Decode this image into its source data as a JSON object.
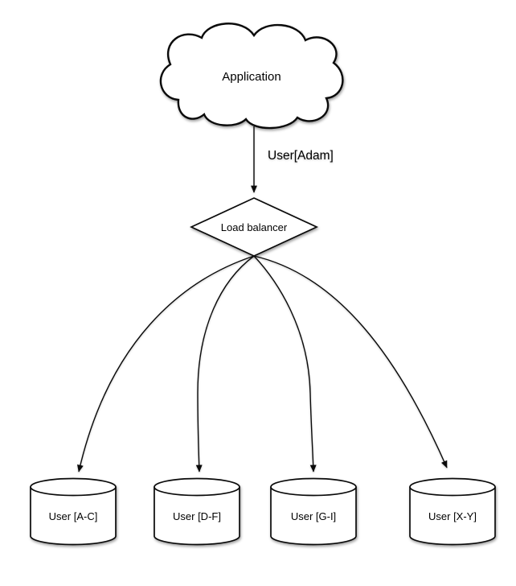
{
  "diagram": {
    "background_color": "#ffffff",
    "stroke_color": "#0a0a0a",
    "fill_color": "#ffffff",
    "nodes": {
      "application": {
        "label": "Application",
        "shape": "cloud"
      },
      "load_balancer": {
        "label": "Load balancer",
        "shape": "diamond"
      },
      "databases": [
        {
          "label": "User [A-C]",
          "shape": "cylinder"
        },
        {
          "label": "User [D-F]",
          "shape": "cylinder"
        },
        {
          "label": "User [G-I]",
          "shape": "cylinder"
        },
        {
          "label": "User [X-Y]",
          "shape": "cylinder"
        }
      ]
    },
    "edges": {
      "app_to_lb_label": "User[Adam]"
    }
  }
}
